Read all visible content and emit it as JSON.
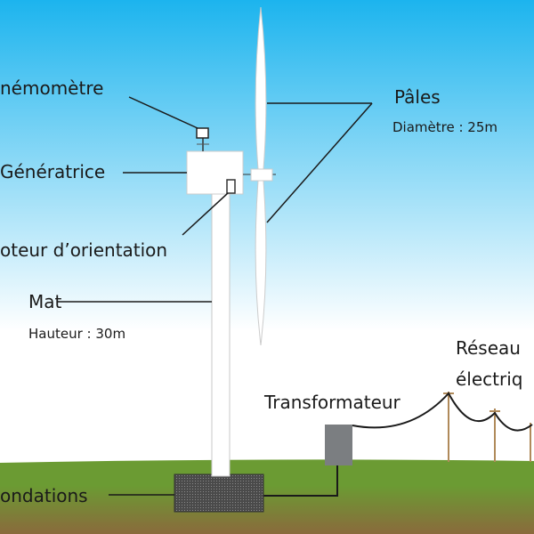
{
  "labels": {
    "anemometer": "némomètre",
    "generator": "Génératrice",
    "yaw_motor": "oteur d’orientation",
    "mast": "Mat",
    "mast_height": "Hauteur : 30m",
    "blades": "Pâles",
    "blade_diameter": "Diamètre : 25m",
    "transformer": "Transformateur",
    "grid_line1": "Réseau",
    "grid_line2": "électriq",
    "foundations": "ondations"
  },
  "colors": {
    "sky_top": "#1cb4ee",
    "sky_bottom": "#ffffff",
    "grass": "#6b9b33",
    "soil": "#8a6a3c",
    "transformer": "#7b7e81",
    "foundation": "#555555"
  }
}
